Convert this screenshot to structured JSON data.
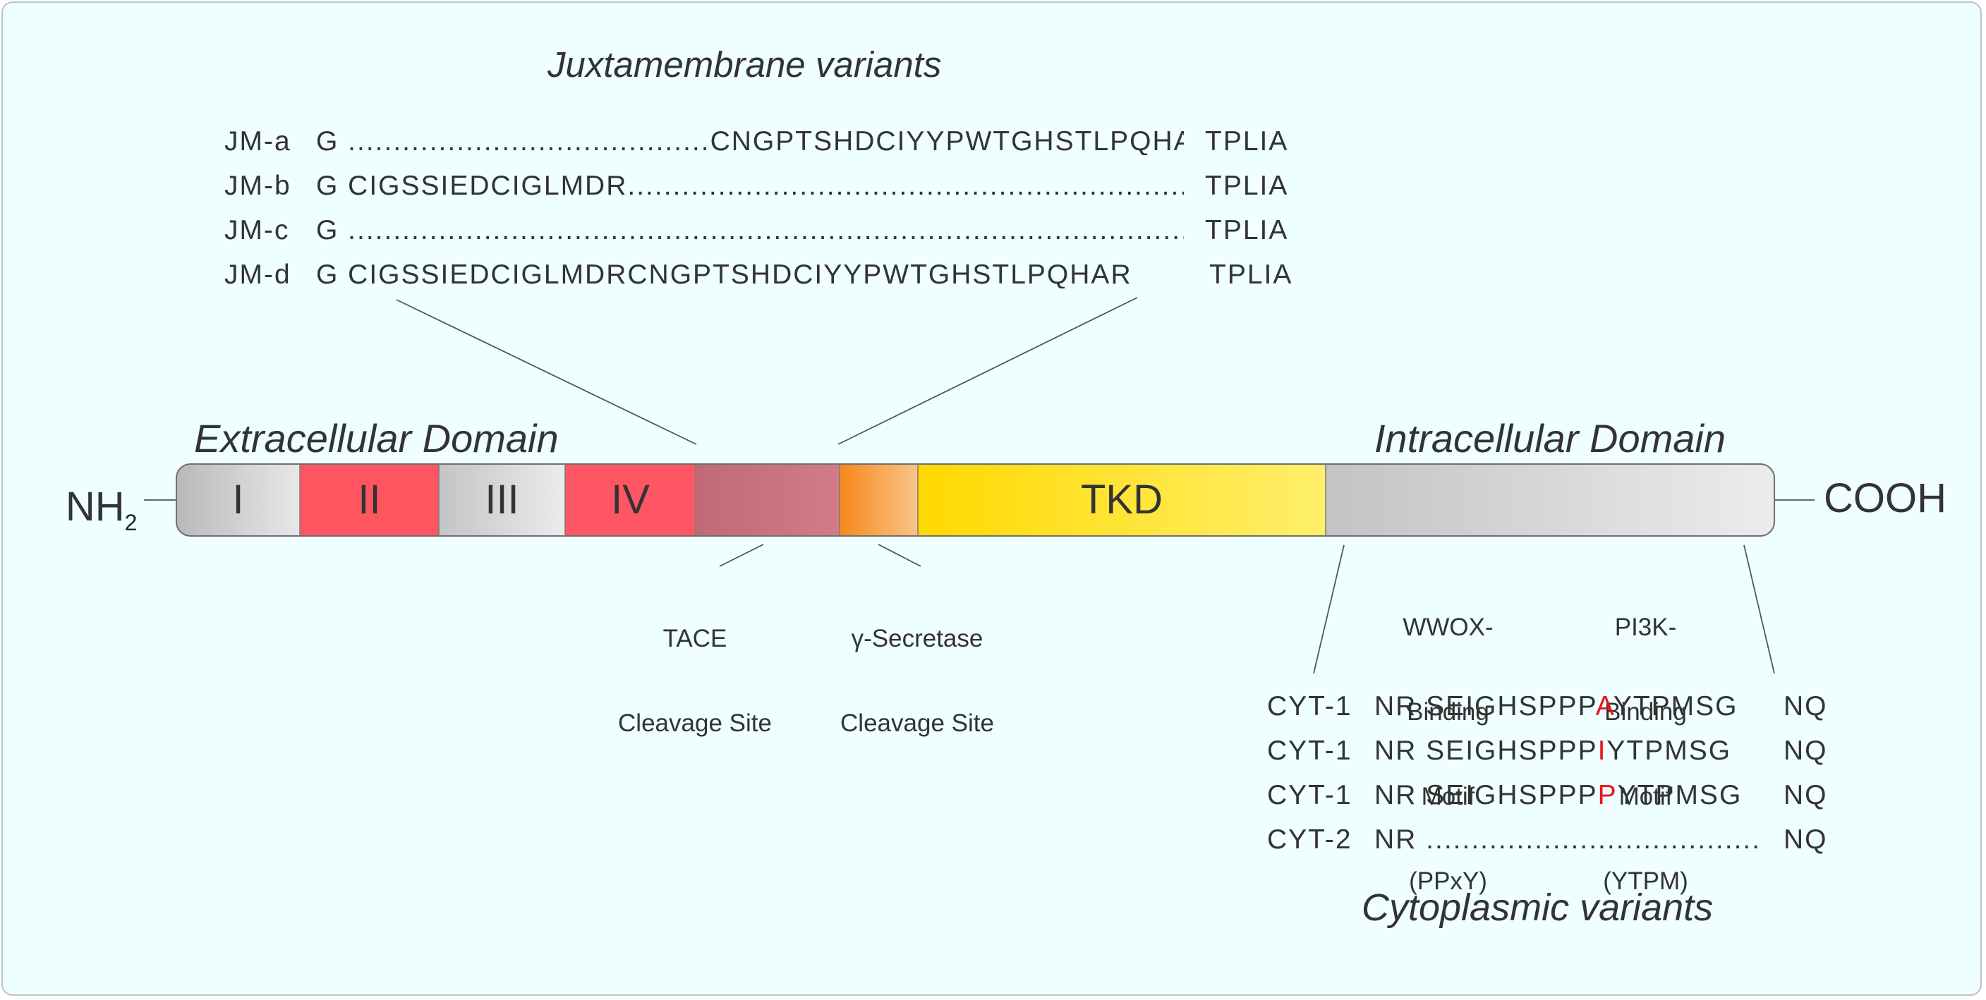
{
  "titles": {
    "juxtamembrane": "Juxtamembrane variants",
    "extracellular": "Extracellular Domain",
    "intracellular": "Intracellular Domain",
    "cytoplasmic": "Cytoplasmic variants"
  },
  "termini": {
    "n": "NH",
    "n_sub": "2",
    "c": "COOH"
  },
  "domains": [
    {
      "label": "I",
      "color": "#c9c9c9"
    },
    {
      "label": "II",
      "color": "#ff5560"
    },
    {
      "label": "III",
      "color": "#d2d2d2"
    },
    {
      "label": "IV",
      "color": "#ff5565"
    },
    {
      "label": "",
      "color": "#c8707c"
    },
    {
      "label": "",
      "color": "#f79a3a"
    },
    {
      "label": "TKD",
      "color": "#ffe12a"
    },
    {
      "label": "",
      "color": "#d8d8d8"
    }
  ],
  "jm_variants": [
    {
      "name": "JM-a",
      "seq": "G ........................................CNGPTSHDCIYYPWTGHSTLPQHAR",
      "end": "TPLIA"
    },
    {
      "name": "JM-b",
      "seq": "G CIGSSIEDCIGLMDR........................................................................",
      "end": "TPLIA"
    },
    {
      "name": "JM-c",
      "seq": "G .........................................................................................................",
      "end": "TPLIA"
    },
    {
      "name": "JM-d",
      "seq": "G CIGSSIEDCIGLMDRCNGPTSHDCIYYPWTGHSTLPQHAR",
      "end": "TPLIA"
    }
  ],
  "cleavage": {
    "tace_line1": "TACE",
    "tace_line2": "Cleavage Site",
    "gamma_line1": "γ-Secretase",
    "gamma_line2": "Cleavage Site"
  },
  "motifs": {
    "wwox": [
      "WWOX-",
      "Binding",
      "Motif",
      "(PPxY)"
    ],
    "pi3k": [
      "PI3K-",
      "Binding",
      "Motif",
      "(YTPM)"
    ]
  },
  "cyt_variants": [
    {
      "name": "CYT-1",
      "pre": "NR SEIGHSPPP",
      "mut": "A",
      "post": "YTPMSG",
      "end": "NQ"
    },
    {
      "name": "CYT-1",
      "pre": "NR SEIGHSPPP",
      "mut": "I",
      "post": "YTPMSG",
      "end": "NQ"
    },
    {
      "name": "CYT-1",
      "pre": "NR SEIGHSPPP",
      "mut": "P",
      "post": "YTPMSG",
      "end": "NQ"
    },
    {
      "name": "CYT-2",
      "pre": "NR .........................................",
      "mut": "",
      "post": "",
      "end": "NQ"
    }
  ],
  "colors": {
    "mutation": "#e8151e",
    "background": "#effeff"
  }
}
